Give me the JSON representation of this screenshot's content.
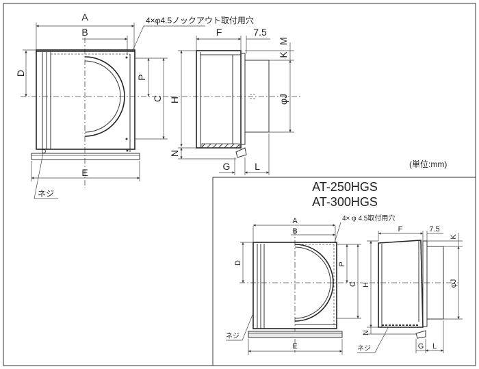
{
  "main_drawing": {
    "note": "4×φ4.5ノックアウト取付用穴",
    "labels": {
      "A": "A",
      "B": "B",
      "C": "C",
      "D": "D",
      "E": "E",
      "F": "F",
      "G": "G",
      "H": "H",
      "K": "K",
      "M": "M",
      "N": "N",
      "P": "P",
      "L": "L",
      "J": "φJ",
      "offset": "7.5"
    },
    "screw": "ネジ",
    "unit": "(単位:mm)"
  },
  "inset_drawing": {
    "models": [
      "AT-250HGS",
      "AT-300HGS"
    ],
    "note": "4× φ 4.5取付用穴",
    "labels": {
      "A": "A",
      "B": "B",
      "C": "C",
      "D": "D",
      "E": "E",
      "F": "F",
      "G": "G",
      "H": "H",
      "K": "K",
      "N": "N",
      "P": "P",
      "L": "L",
      "J": "φJ",
      "offset": "7.5"
    },
    "screw": "ネジ"
  }
}
